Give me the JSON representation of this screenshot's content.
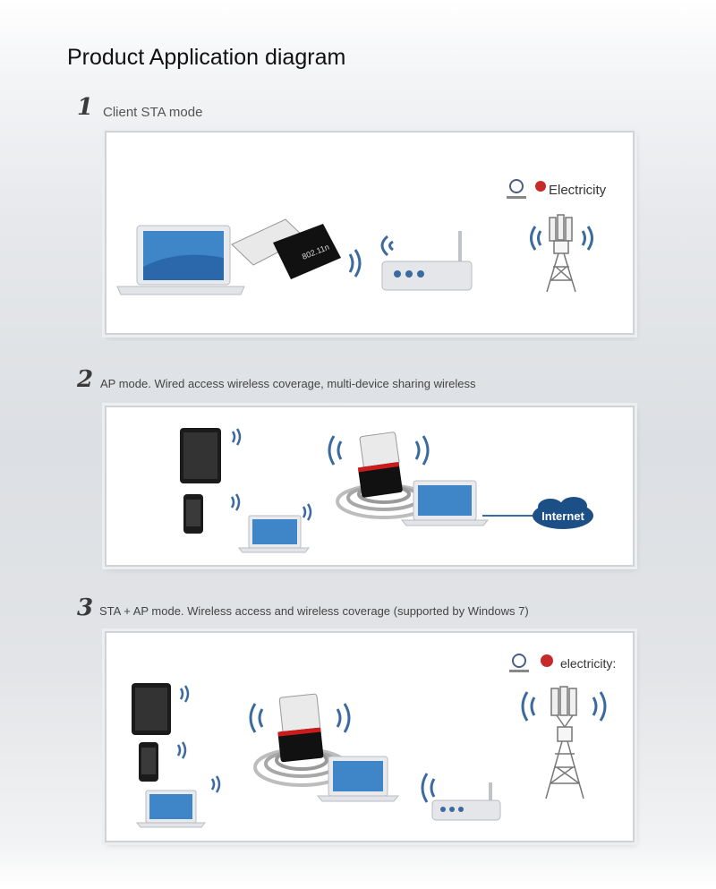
{
  "title": "Product Application diagram",
  "steps": [
    {
      "number": "1",
      "caption": "Client STA mode",
      "extra_label": "Electricity"
    },
    {
      "number": "2",
      "caption": "AP mode. Wired access wireless coverage, multi-device sharing wireless",
      "internet_label": "Internet"
    },
    {
      "number": "3",
      "caption": "STA + AP mode. Wireless access and wireless coverage (supported by Windows 7)",
      "extra_label": "electricity:"
    }
  ],
  "adapter_label": "802.11n",
  "colors": {
    "wave": "#3b6aa0",
    "internet": "#1c4f86",
    "adapter_red": "#cc1b1b"
  }
}
